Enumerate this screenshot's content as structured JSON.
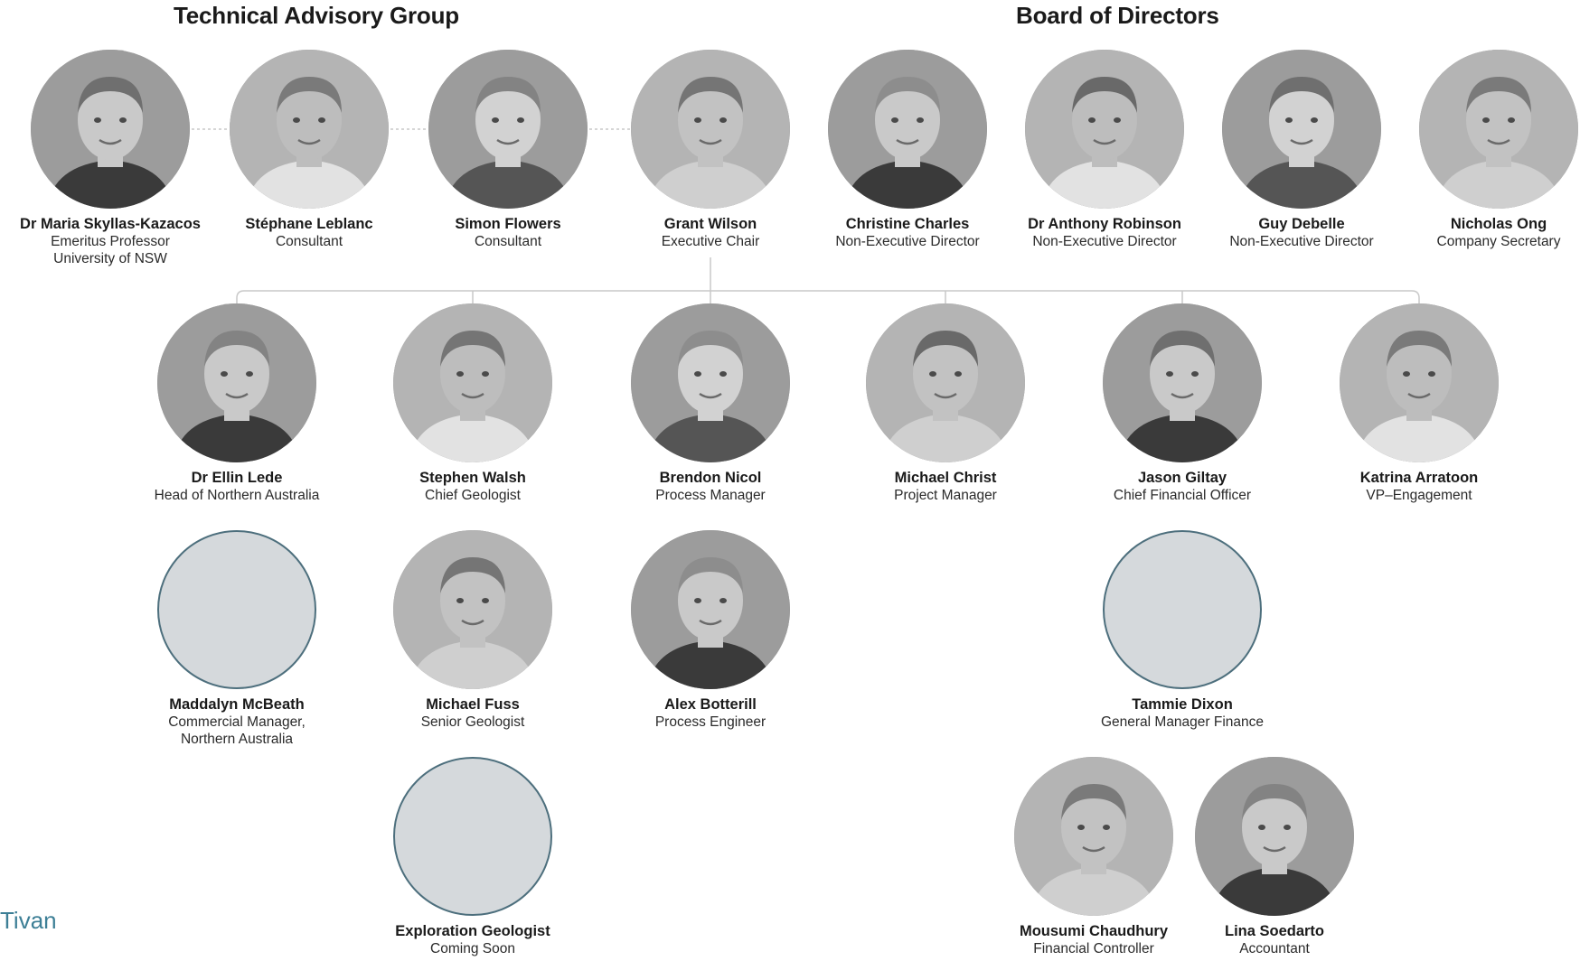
{
  "headings": {
    "technical_advisory_group": "Technical Advisory Group",
    "board_of_directors": "Board of Directors"
  },
  "brand": "Tivan",
  "colors": {
    "placeholder_fill": "#d5d9dc",
    "placeholder_border": "#4d6f7d",
    "brand": "#3d7f96",
    "connector": "#c9c9c9"
  },
  "people": [
    {
      "name": "Dr Maria Skyllas-Kazacos",
      "role": "Emeritus Professor\nUniversity of NSW",
      "photo": true
    },
    {
      "name": "Stéphane Leblanc",
      "role": "Consultant",
      "photo": true
    },
    {
      "name": "Simon Flowers",
      "role": "Consultant",
      "photo": true
    },
    {
      "name": "Grant Wilson",
      "role": "Executive Chair",
      "photo": true
    },
    {
      "name": "Christine Charles",
      "role": "Non-Executive Director",
      "photo": true
    },
    {
      "name": "Dr Anthony Robinson",
      "role": "Non-Executive Director",
      "photo": true
    },
    {
      "name": "Guy Debelle",
      "role": "Non-Executive Director",
      "photo": true
    },
    {
      "name": "Nicholas Ong",
      "role": "Company Secretary",
      "photo": true
    },
    {
      "name": "Dr Ellin Lede",
      "role": "Head of Northern Australia",
      "photo": true
    },
    {
      "name": "Stephen Walsh",
      "role": "Chief Geologist",
      "photo": true
    },
    {
      "name": "Brendon Nicol",
      "role": "Process Manager",
      "photo": true
    },
    {
      "name": "Michael Christ",
      "role": "Project Manager",
      "photo": true
    },
    {
      "name": "Jason Giltay",
      "role": "Chief Financial Officer",
      "photo": true
    },
    {
      "name": "Katrina Arratoon",
      "role": "VP–Engagement",
      "photo": true
    },
    {
      "name": "Maddalyn McBeath",
      "role": "Commercial Manager,\nNorthern Australia",
      "photo": false
    },
    {
      "name": "Michael Fuss",
      "role": "Senior Geologist",
      "photo": true
    },
    {
      "name": "Alex Botterill",
      "role": "Process Engineer",
      "photo": true
    },
    {
      "name": "Tammie Dixon",
      "role": "General Manager Finance",
      "photo": false
    },
    {
      "name": "Exploration Geologist",
      "role": "Coming Soon",
      "photo": false
    },
    {
      "name": "Mousumi Chaudhury",
      "role": "Financial Controller",
      "photo": true
    },
    {
      "name": "Lina Soedarto",
      "role": "Accountant",
      "photo": true
    }
  ]
}
